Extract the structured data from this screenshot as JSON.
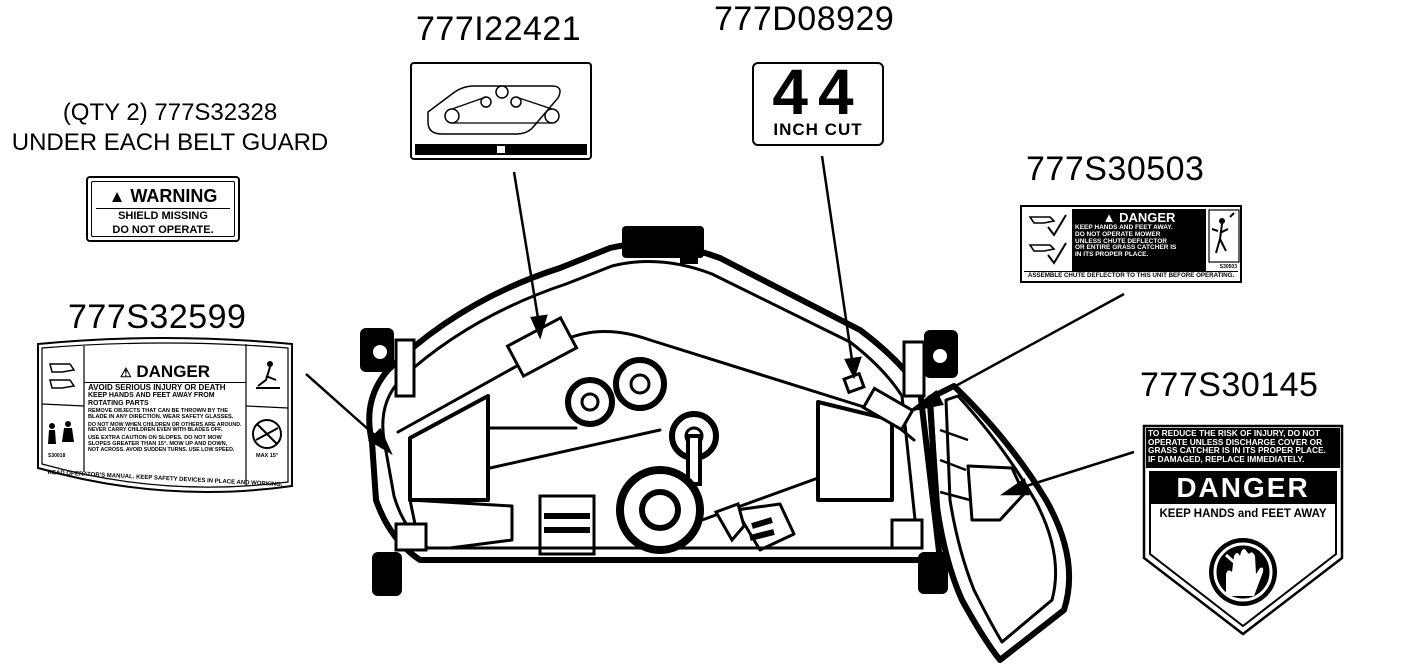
{
  "part_numbers": {
    "pulley_decal": "777I22421",
    "cut_decal": "777D08929",
    "belt_guard_note_1": "(QTY 2) 777S32328",
    "belt_guard_note_2": "UNDER EACH BELT GUARD",
    "chute_decal": "777S30503",
    "deck_danger_decal": "777S32599",
    "discharge_decal": "777S30145"
  },
  "warning_decal": {
    "heading": "WARNING",
    "line1": "SHIELD MISSING",
    "line2": "DO NOT OPERATE."
  },
  "cut_decal": {
    "size": "44",
    "caption": "INCH CUT"
  },
  "chute_decal": {
    "heading": "DANGER",
    "lines": [
      "KEEP HANDS AND FEET AWAY.",
      "DO NOT OPERATE MOWER",
      "UNLESS CHUTE DEFLECTOR",
      "OR ENTIRE GRASS CATCHER IS",
      "IN ITS PROPER PLACE."
    ],
    "code": "S30503",
    "footer": "ASSEMBLE CHUTE DEFLECTOR TO THIS UNIT BEFORE OPERATING."
  },
  "deck_decal": {
    "heading": "DANGER",
    "lines": [
      "AVOID SERIOUS INJURY OR DEATH",
      "KEEP HANDS AND FEET AWAY FROM",
      "ROTATING PARTS",
      "REMOVE OBJECTS THAT CAN BE THROWN BY THE",
      "BLADE IN ANY DIRECTION. WEAR SAFETY GLASSES.",
      "DO NOT MOW WHEN CHILDREN OR OTHERS ARE AROUND.",
      "NEVER CARRY CHILDREN EVEN WITH BLADES OFF.",
      "USE EXTRA CAUTION ON SLOPES. DO NOT MOW",
      "SLOPES GREATER THAN 15°. MOW UP AND DOWN,",
      "NOT ACROSS. AVOID SUDDEN TURNS. USE LOW SPEED."
    ],
    "code": "S30018",
    "slope": "MAX 15°",
    "footer": "READ OPERATOR'S MANUAL. KEEP SAFETY DEVICES IN PLACE AND WORKING."
  },
  "discharge_decal": {
    "top_lines": [
      "TO REDUCE THE RISK OF INJURY, DO NOT",
      "OPERATE UNLESS DISCHARGE COVER OR",
      "GRASS CATCHER IS IN ITS PROPER PLACE.",
      "IF DAMAGED, REPLACE IMMEDIATELY."
    ],
    "heading": "DANGER",
    "subheading": "KEEP HANDS and FEET AWAY"
  }
}
